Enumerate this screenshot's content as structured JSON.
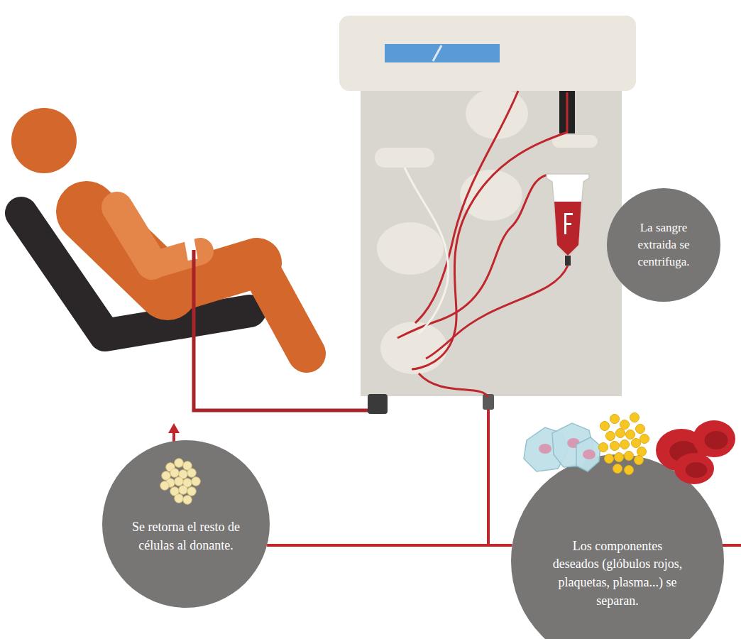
{
  "diagram": {
    "nodes": [
      {
        "text": [
          "La sangre extraida se centrifuga."
        ]
      },
      {
        "text": [
          "Se retorna el resto de células al donante."
        ]
      },
      {
        "text": [
          "Los componentes deseados (glóbulos rojos, plaquetas, plasma...) se separan."
        ]
      }
    ],
    "edges": [
      {
        "from": 2,
        "to": 1,
        "arrow": "none"
      }
    ]
  }
}
